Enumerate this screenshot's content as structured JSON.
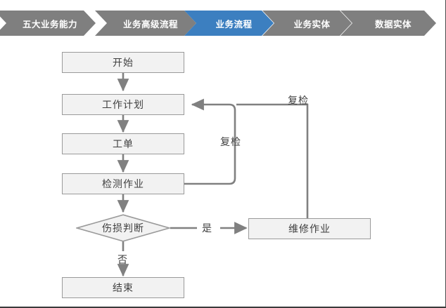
{
  "breadcrumb": {
    "active_color": "#3c7fc0",
    "inactive_color": "#7f7f7f",
    "items": [
      {
        "label": "五大业务能力",
        "active": false
      },
      {
        "label": "业务高级流程",
        "active": false
      },
      {
        "label": "业务流程",
        "active": true
      },
      {
        "label": "业务实体",
        "active": false
      },
      {
        "label": "数据实体",
        "active": false
      }
    ]
  },
  "flowchart": {
    "node_fill": "#f2f2f2",
    "node_border": "#9a9a9a",
    "connector_color": "#808080",
    "text_color": "#404040",
    "nodes": {
      "start": "开始",
      "work_plan": "工作计划",
      "work_order": "工单",
      "inspection_task": "检测作业",
      "damage_decision": "伤损判断",
      "repair_task": "维修作业",
      "end": "结束"
    },
    "edge_labels": {
      "recheck_inner": "复检",
      "recheck_outer": "复检",
      "yes": "是",
      "no": "否"
    }
  }
}
